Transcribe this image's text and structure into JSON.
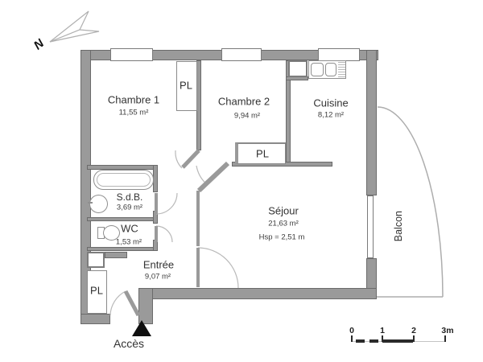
{
  "plan": {
    "title": "apartment-floor-plan",
    "north_label": "N",
    "rooms": [
      {
        "id": "chambre1",
        "name": "Chambre 1",
        "area": "11,55 m²"
      },
      {
        "id": "chambre2",
        "name": "Chambre 2",
        "area": "9,94 m²"
      },
      {
        "id": "cuisine",
        "name": "Cuisine",
        "area": "8,12 m²"
      },
      {
        "id": "sdb",
        "name": "S.d.B.",
        "area": "3,69 m²"
      },
      {
        "id": "wc",
        "name": "WC",
        "area": "1,53 m²"
      },
      {
        "id": "entree",
        "name": "Entrée",
        "area": "9,07 m²"
      },
      {
        "id": "sejour",
        "name": "Séjour",
        "area": "21,63 m²",
        "ceiling_height": "Hsp = 2,51 m"
      },
      {
        "id": "balcon",
        "name": "Balcon"
      }
    ],
    "closets": [
      {
        "label": "PL",
        "location": "between-bedrooms"
      },
      {
        "label": "PL",
        "location": "bedroom2-south"
      },
      {
        "label": "PL",
        "location": "entree-west"
      }
    ],
    "access_label": "Accès",
    "scale": {
      "ticks": [
        "0",
        "1",
        "2",
        "3m"
      ]
    },
    "fixtures": [
      "bathtub",
      "washbasin",
      "toilet",
      "kitchen-sink",
      "north-arrow",
      "access-arrow"
    ],
    "colors": {
      "wall_fill": "#9a9a9a",
      "wall_edge": "#6b6b6b",
      "thin_line": "#b5b5b5",
      "text": "#333333",
      "accent_black": "#101010"
    }
  }
}
